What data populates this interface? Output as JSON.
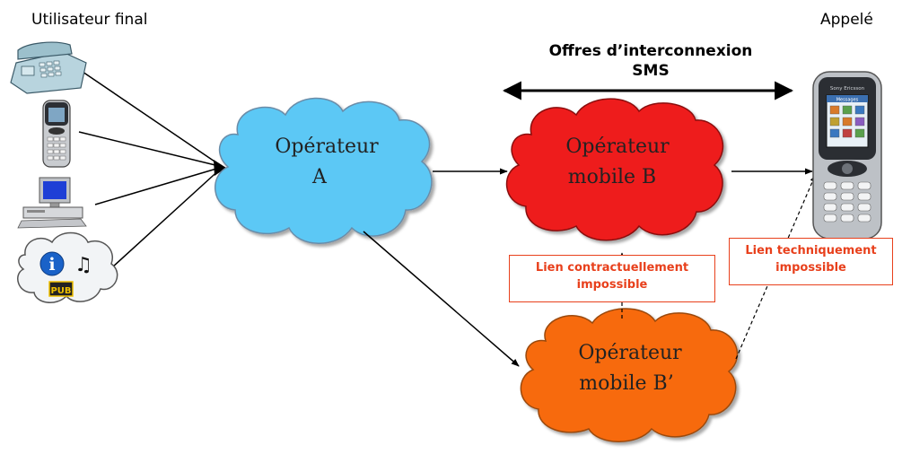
{
  "labels": {
    "end_user": "Utilisateur final",
    "called": "Appelé"
  },
  "heading": {
    "line1": "Offres d’interconnexion",
    "line2": "SMS"
  },
  "clouds": {
    "operator_a": {
      "line1": "Opérateur",
      "line2": "A",
      "color": "#5bc8f5"
    },
    "mobile_b": {
      "line1": "Opérateur",
      "line2": "mobile B",
      "color": "#ee1c1c"
    },
    "mobile_b_prime": {
      "line1": "Opérateur",
      "line2": "mobile B’",
      "color": "#f76a0e"
    }
  },
  "notes": {
    "contract": {
      "line1": "Lien contractuellement",
      "line2": "impossible"
    },
    "technical": {
      "line1": "Lien techniquement",
      "line2": "impossible"
    }
  },
  "devices": {
    "desk_phone": "desk-phone-icon",
    "mobile_phone": "mobile-phone-icon",
    "computer": "computer-icon",
    "content_services": "info-music-pub-icon",
    "callee_phone": "sony-ericsson-phone-icon"
  },
  "phone_brand": "Sony Ericsson",
  "phone_screen_title": "Messages",
  "content_badge": "PUB",
  "accent_color": "#e8401c"
}
